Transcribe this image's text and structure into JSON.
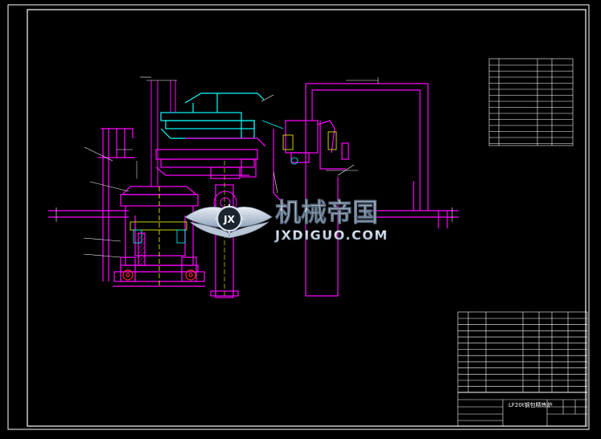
{
  "watermark": {
    "cn": "机械帝国",
    "en": "JXDIGUO.COM",
    "badge": "JX"
  },
  "drawing": {
    "title": "LF20t钢包精炼炉"
  },
  "colors": {
    "background": "#000000",
    "frame": "#ffffff",
    "magenta": "#ff00ff",
    "cyan": "#00ffff",
    "yellow": "#ffff00",
    "red": "#ff2a2a"
  }
}
